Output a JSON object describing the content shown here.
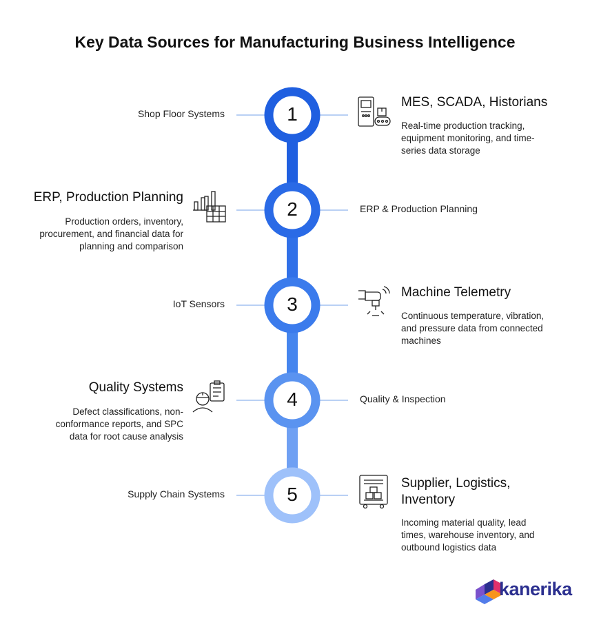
{
  "title": "Key Data Sources for Manufacturing Business Intelligence",
  "steps": [
    {
      "number": "1",
      "label": "Shop Floor Systems",
      "heading": "MES, SCADA, Historians",
      "description": [
        "Real-time production tracking,",
        "equipment monitoring, and time-",
        "series data storage"
      ],
      "color": "#1f5fe0"
    },
    {
      "number": "2",
      "label": "ERP & Production Planning",
      "heading": "ERP, Production Planning",
      "description": [
        "Production orders, inventory,",
        "procurement, and financial data for",
        "planning and comparison"
      ],
      "color": "#2a6ae6"
    },
    {
      "number": "3",
      "label": "IoT Sensors",
      "heading": "Machine Telemetry",
      "description": [
        "Continuous temperature, vibration,",
        "and pressure data from connected",
        "machines"
      ],
      "color": "#3b7bec"
    },
    {
      "number": "4",
      "label": "Quality & Inspection",
      "heading": "Quality Systems",
      "description": [
        "Defect classifications, non-",
        "conformance reports, and SPC",
        "data for root cause analysis"
      ],
      "color": "#5a93f0"
    },
    {
      "number": "5",
      "label": "Supply Chain Systems",
      "heading": "Supplier, Logistics, Inventory",
      "heading_lines": [
        "Supplier, Logistics,",
        "Inventory"
      ],
      "description": [
        "Incoming material quality, lead",
        "times, warehouse inventory, and",
        "outbound logistics data"
      ],
      "color": "#9ec1fa"
    }
  ],
  "icons": [
    "control-panel-icon",
    "factory-grid-icon",
    "sensor-camera-icon",
    "inspector-clipboard-icon",
    "warehouse-boxes-icon"
  ],
  "brand": {
    "name": "kanerika",
    "logo_icon": "kanerika-logo-icon"
  }
}
